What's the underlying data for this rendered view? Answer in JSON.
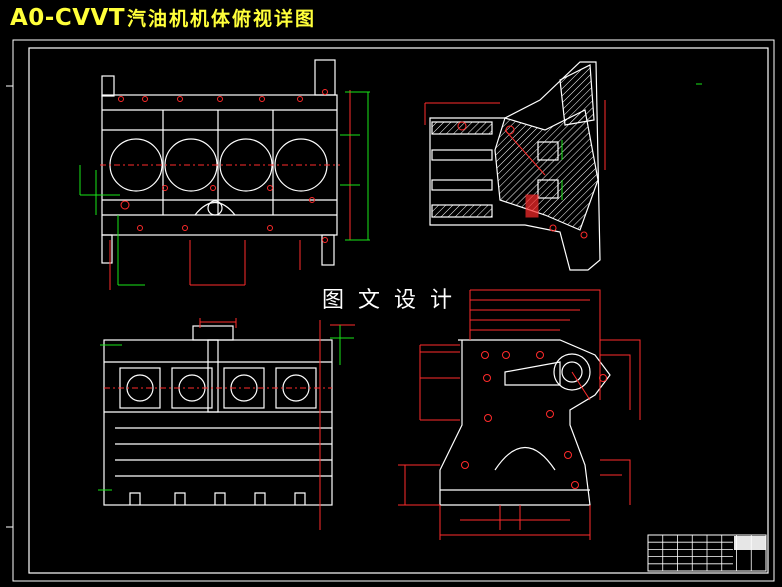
{
  "header": {
    "title_latin": "A0-CVVT",
    "title_cjk": "汽油机机体俯视详图"
  },
  "watermark": "图文设计",
  "colors": {
    "background": "#000000",
    "title": "#ffff3a",
    "outline": "#ffffff",
    "dimension_red": "#ff2b2b",
    "dimension_green": "#19e619",
    "centerline": "#ff3333"
  },
  "views": [
    {
      "id": "top-view"
    },
    {
      "id": "side-section-view"
    },
    {
      "id": "front-view"
    },
    {
      "id": "end-view"
    }
  ],
  "title_block": {
    "rows": 5,
    "cols": 8
  }
}
